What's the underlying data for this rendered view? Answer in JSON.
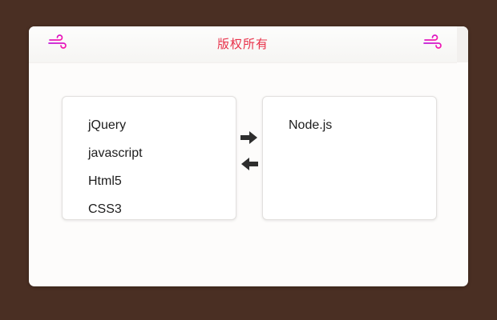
{
  "header": {
    "title": "版权所有",
    "logo_left": "wind-icon",
    "logo_right": "wind-icon",
    "title_color": "#e8314a",
    "logo_color": "#e81ec4"
  },
  "transfer": {
    "move_right_label": "➡",
    "move_left_label": "⬅",
    "move_right_icon": "arrow-right-icon",
    "move_left_icon": "arrow-left-icon"
  },
  "panels": {
    "left": {
      "items": [
        {
          "label": "jQuery"
        },
        {
          "label": "javascript"
        },
        {
          "label": "Html5"
        },
        {
          "label": "CSS3"
        }
      ]
    },
    "right": {
      "items": [
        {
          "label": "Node.js"
        }
      ]
    }
  },
  "colors": {
    "page_background": "#4a2f23",
    "card_background": "#fdfcfb",
    "panel_background": "#ffffff",
    "panel_border": "#e2e0de",
    "item_text": "#1d1d1d",
    "arrow": "#2e2e2e"
  }
}
